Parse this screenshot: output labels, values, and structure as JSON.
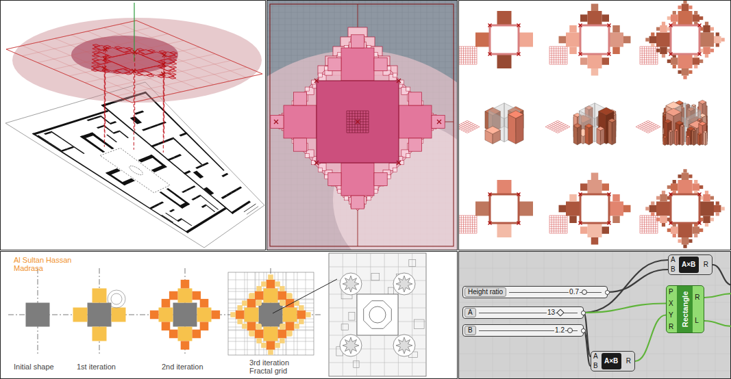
{
  "diagram": {
    "nodes": [
      {
        "text": [
          "A",
          "B",
          "A×B",
          "R"
        ]
      },
      {
        "text": [
          "Height ratio",
          "0.7"
        ]
      },
      {
        "text": [
          "P",
          "X",
          "Y",
          "R",
          "Rectangle",
          "R",
          "L"
        ]
      },
      {
        "text": [
          "A",
          "13"
        ]
      },
      {
        "text": [
          "B",
          "1.2"
        ]
      },
      {
        "text": [
          "A",
          "B",
          "A×B",
          "R"
        ]
      }
    ],
    "edges": [
      {
        "from": 3,
        "to": 0,
        "arrow": "none"
      },
      {
        "from": 1,
        "to": 0,
        "arrow": "none"
      },
      {
        "from": 3,
        "to": 5,
        "arrow": "none"
      },
      {
        "from": 4,
        "to": 5,
        "arrow": "none"
      },
      {
        "from": 3,
        "to": 2,
        "arrow": "none"
      },
      {
        "from": 5,
        "to": 2,
        "arrow": "none"
      }
    ],
    "labels": [
      "Al Sultan Hassan Madrasa",
      "Initial shape",
      "1st iteration",
      "2nd iteration",
      "3rd iteration Fractal grid"
    ]
  }
}
